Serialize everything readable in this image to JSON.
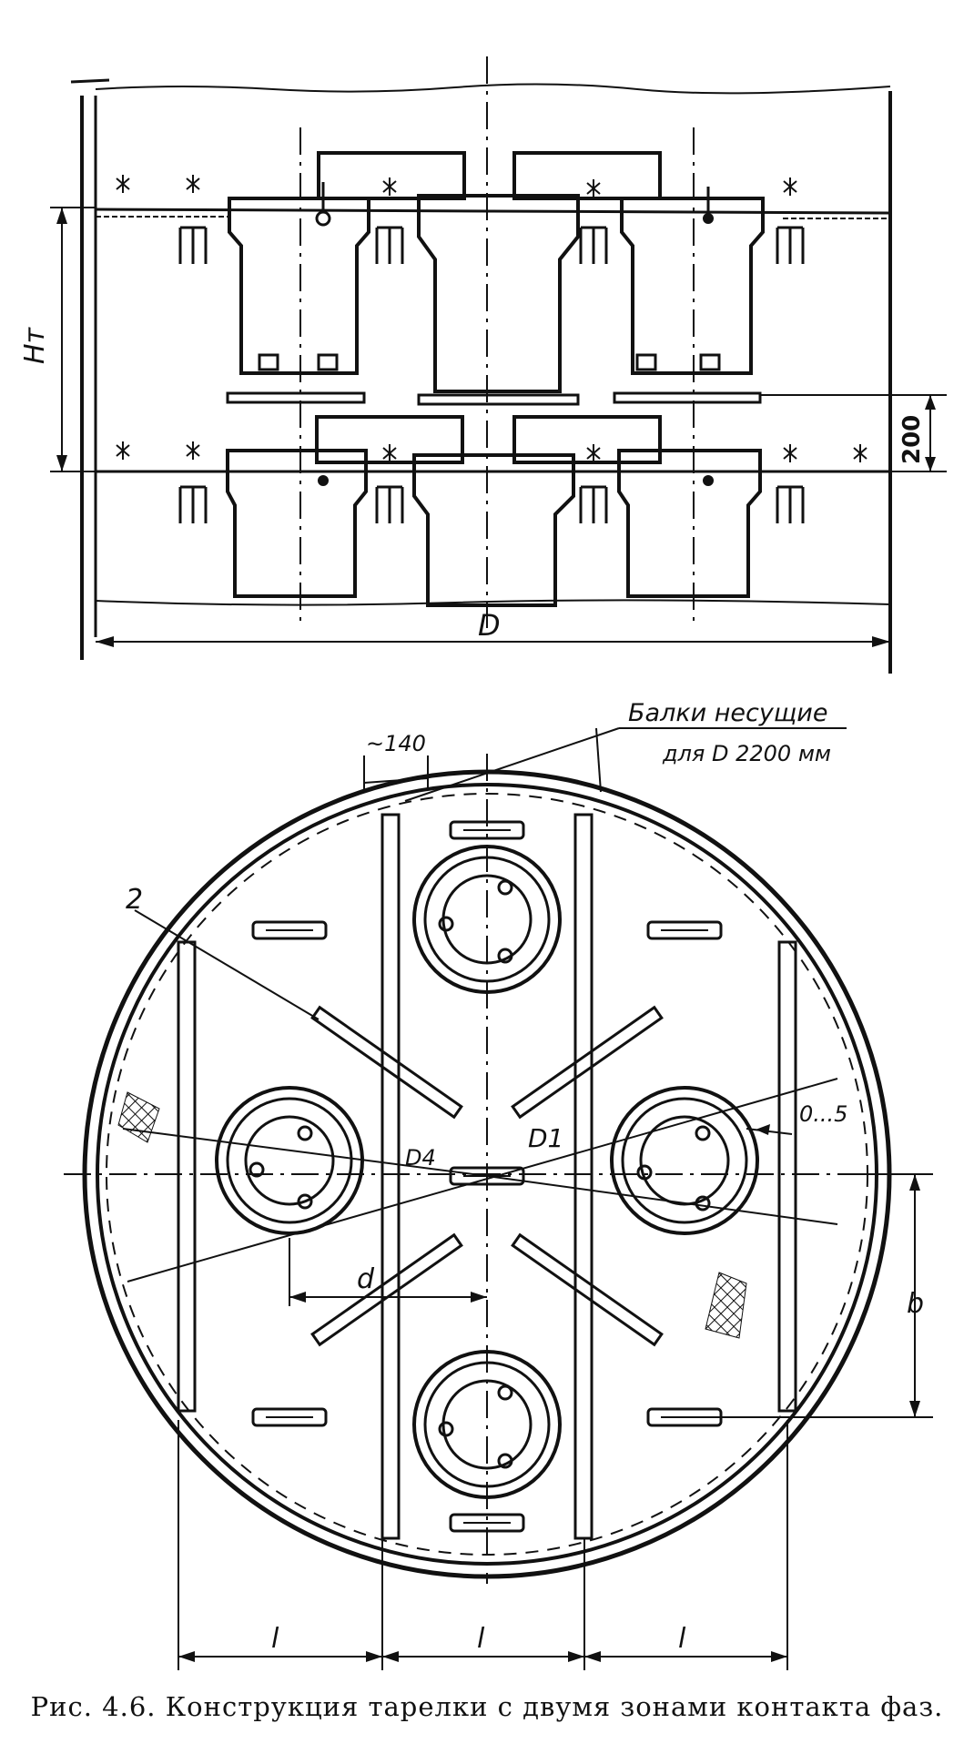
{
  "figure": {
    "caption": "Рис. 4.6. Конструкция тарелки с двумя зонами контакта фаз."
  },
  "elevation_view": {
    "dim_tray_spacing": "Hт",
    "dim_height": "200",
    "dim_diameter": "D"
  },
  "plan_view": {
    "beams_label_line1": "Балки несущие",
    "beams_label_line2": "для D 2200 мм",
    "dim_140": "~140",
    "label_2": "2",
    "dim_gap": "0...5",
    "label_D4": "D4",
    "label_D1": "D1",
    "dim_d": "d",
    "dim_b": "b",
    "dim_l": [
      "l",
      "l",
      "l"
    ]
  },
  "colors": {
    "ink": "#111111",
    "paper": "#ffffff"
  }
}
